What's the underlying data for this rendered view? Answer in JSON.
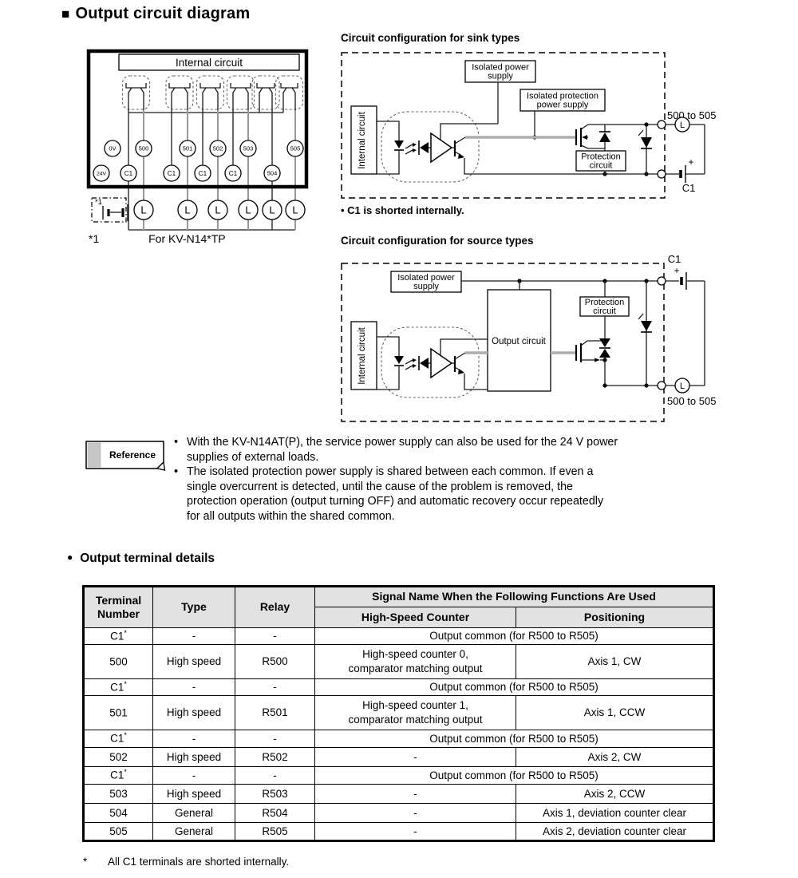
{
  "page": {
    "title_marker": "■",
    "title": "Output circuit diagram"
  },
  "left_diagram": {
    "internal_circuit_label": "Internal circuit",
    "terminals_top": [
      "0V",
      "500",
      "501",
      "502",
      "503",
      "505"
    ],
    "terminals_bottom": [
      "24V",
      "C1",
      "C1",
      "C1",
      "C1",
      "504"
    ],
    "load_label": "L",
    "battery_note": "*1",
    "caption_mark": "*1",
    "caption": "For KV-N14*TP"
  },
  "sink_diagram": {
    "title": "Circuit configuration for sink types",
    "internal_circuit": "Internal circuit",
    "isolated_power_line1": "Isolated power",
    "isolated_power_line2": "supply",
    "isolated_protection_line1": "Isolated protection",
    "isolated_protection_line2": "power supply",
    "protection_line1": "Protection",
    "protection_line2": "circuit",
    "range_label": "500 to 505",
    "load_label": "L",
    "plus": "+",
    "common_label": "C1",
    "note": "• C1 is shorted internally."
  },
  "source_diagram": {
    "title": "Circuit configuration for source types",
    "isolated_power_line1": "Isolated power",
    "isolated_power_line2": "supply",
    "output_circuit": "Output circuit",
    "protection_line1": "Protection",
    "protection_line2": "circuit",
    "common_label": "C1",
    "plus": "+",
    "load_label": "L",
    "range_label": "500 to 505"
  },
  "reference": {
    "label": "Reference",
    "items": [
      {
        "marker": "•",
        "lines": [
          "With the KV-N14AT(P), the service power supply can also be used for the 24 V power",
          "supplies of external loads."
        ]
      },
      {
        "marker": "•",
        "lines": [
          "The isolated protection power supply is shared between each common. If even a",
          "single overcurrent is detected, until the cause of the problem is removed, the",
          "protection operation (output turning OFF) and automatic recovery occur repeatedly",
          "for all outputs within the shared common."
        ]
      }
    ]
  },
  "terminal_details": {
    "marker": "●",
    "title": "Output terminal details",
    "header": {
      "col_terminal": "Terminal Number",
      "col_type": "Type",
      "col_relay": "Relay",
      "signal_group": "Signal Name When the Following Functions Are Used",
      "col_hsc": "High-Speed Counter",
      "col_pos": "Positioning"
    },
    "rows": [
      {
        "terminal": "C1",
        "sup": "*",
        "type": "-",
        "relay": "-",
        "span": "Output common (for R500 to R505)"
      },
      {
        "terminal": "500",
        "type": "High speed",
        "relay": "R500",
        "hsc1": "High-speed counter 0,",
        "hsc2": "comparator matching output",
        "pos": "Axis 1, CW"
      },
      {
        "terminal": "C1",
        "sup": "*",
        "type": "-",
        "relay": "-",
        "span": "Output common (for R500 to R505)"
      },
      {
        "terminal": "501",
        "type": "High speed",
        "relay": "R501",
        "hsc1": "High-speed counter 1,",
        "hsc2": "comparator matching output",
        "pos": "Axis 1, CCW"
      },
      {
        "terminal": "C1",
        "sup": "*",
        "type": "-",
        "relay": "-",
        "span": "Output common (for R500 to R505)"
      },
      {
        "terminal": "502",
        "type": "High speed",
        "relay": "R502",
        "hsc1": "-",
        "pos": "Axis 2, CW"
      },
      {
        "terminal": "C1",
        "sup": "*",
        "type": "-",
        "relay": "-",
        "span": "Output common (for R500 to R505)"
      },
      {
        "terminal": "503",
        "type": "High speed",
        "relay": "R503",
        "hsc1": "-",
        "pos": "Axis 2, CCW"
      },
      {
        "terminal": "504",
        "type": "General",
        "relay": "R504",
        "hsc1": "-",
        "pos": "Axis 1, deviation counter clear"
      },
      {
        "terminal": "505",
        "type": "General",
        "relay": "R505",
        "hsc1": "-",
        "pos": "Axis 2, deviation counter clear"
      }
    ],
    "footnote_mark": "*",
    "footnote": "All C1 terminals are shorted internally."
  }
}
